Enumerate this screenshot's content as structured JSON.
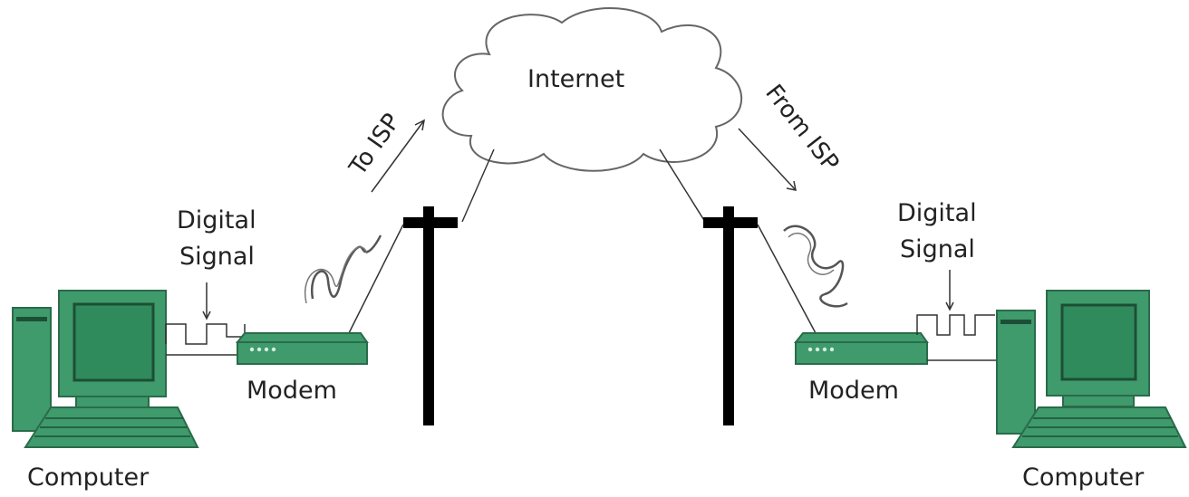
{
  "cloud": {
    "label": "Internet"
  },
  "arrows": {
    "to_isp": "To ISP",
    "from_isp": "From ISP"
  },
  "left": {
    "computer": "Computer",
    "modem": "Modem",
    "signal_line1": "Digital",
    "signal_line2": "Signal"
  },
  "right": {
    "computer": "Computer",
    "modem": "Modem",
    "signal_line1": "Digital",
    "signal_line2": "Signal"
  },
  "colors": {
    "device_fill": "#3f9a6c",
    "device_stroke": "#2a6b4a",
    "screen": "#2f8b5c",
    "line": "#333333"
  }
}
